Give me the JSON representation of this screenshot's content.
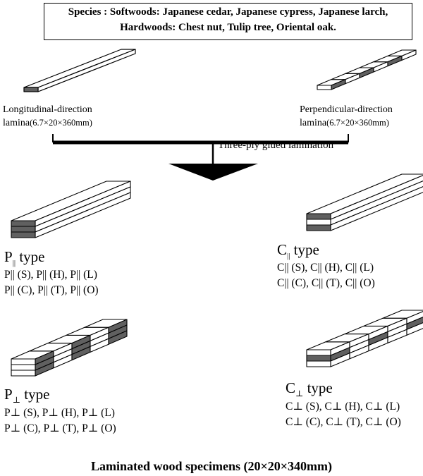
{
  "species_box": {
    "line1": "Species : Softwoods: Japanese cedar, Japanese cypress, Japanese larch,",
    "line2": "Hardwoods: Chest nut, Tulip tree, Oriental oak."
  },
  "lamina_left": {
    "line1": "Longitudinal-direction",
    "line2_prefix": "lamina",
    "line2_dims": "(6.7×20×360mm)"
  },
  "lamina_right": {
    "line1": "Perpendicular-direction",
    "line2_prefix": "lamina",
    "line2_dims": "(6.7×20×360mm)"
  },
  "process_label": "Three-ply glued lamination",
  "types": {
    "p_par": {
      "title": "P",
      "sub": "||",
      "suffix": " type",
      "lines": [
        "P|| (S), P|| (H), P|| (L)",
        "P|| (C), P|| (T), P|| (O)"
      ]
    },
    "c_par": {
      "title": "C",
      "sub": "||",
      "suffix": " type",
      "lines": [
        "C|| (S), C|| (H), C|| (L)",
        "C|| (C), C|| (T), C|| (O)"
      ]
    },
    "p_perp": {
      "title": "P",
      "sub": "⊥",
      "suffix": " type",
      "lines": [
        "P⊥ (S), P⊥ (H), P⊥ (L)",
        "P⊥ (C), P⊥ (T), P⊥ (O)"
      ]
    },
    "c_perp": {
      "title": "C",
      "sub": "⊥",
      "suffix": " type",
      "lines": [
        "C⊥ (S), C⊥ (H), C⊥ (L)",
        "C⊥ (C), C⊥ (T), C⊥ (O)"
      ]
    }
  },
  "bottom_caption": "Laminated wood specimens (20×20×340mm)",
  "colors": {
    "line": "#000000",
    "dark_face": "#606060",
    "light_face": "#ffffff"
  }
}
